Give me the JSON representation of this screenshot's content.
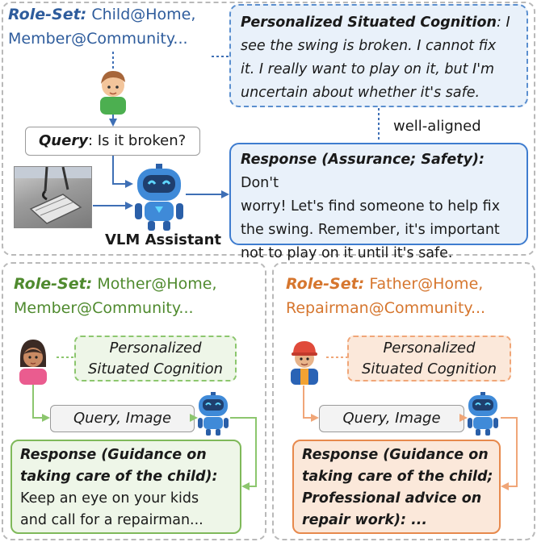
{
  "top": {
    "role_set_label": "Role-Set:",
    "role_set_value_line1": "Child@Home,",
    "role_set_value_line2": "Member@Community...",
    "cognition_label": "Personalized Situated Cognition",
    "cognition_line1_rest": ": I",
    "cognition_line2": "see the swing is broken. I cannot fix",
    "cognition_line3": "it. I really want to play on it, but I'm",
    "cognition_line4": "uncertain about whether it's safe.",
    "alignment_label": "well-aligned",
    "query_label": "Query",
    "query_text": ": Is it broken?",
    "assistant_label": "VLM Assistant",
    "response_label": "Response (Assurance; Safety):",
    "response_line1_rest": " Don't",
    "response_line2": "worry! Let's find someone to help fix",
    "response_line3": "the swing. Remember, it's important",
    "response_line4": "not to play on it until it's safe."
  },
  "left": {
    "role_set_label": "Role-Set:",
    "role_set_value_line1": "Mother@Home,",
    "role_set_value_line2": "Member@Community...",
    "cognition_line1": "Personalized",
    "cognition_line2": "Situated Cognition",
    "query_text": "Query, Image",
    "response_line1": "Response (Guidance on",
    "response_line2": "taking care of the child):",
    "response_line3": "Keep an eye on your kids",
    "response_line4": "and call for a repairman..."
  },
  "right": {
    "role_set_label": "Role-Set:",
    "role_set_value_line1": "Father@Home,",
    "role_set_value_line2": "Repairman@Community...",
    "cognition_line1": "Personalized",
    "cognition_line2": "Situated Cognition",
    "query_text": "Query, Image",
    "response_line1": "Response (Guidance on",
    "response_line2": "taking care of the child;",
    "response_line3": "Professional advice on",
    "response_line4": "repair work): ..."
  },
  "colors": {
    "blue": "#2e5c9c",
    "green": "#4f8a2e",
    "orange": "#d6762e",
    "blue_fill": "#e9f1fa",
    "green_fill": "#eef6e8",
    "orange_fill": "#fbe8da"
  },
  "icons": [
    "child-icon",
    "robot-icon",
    "swing-photo",
    "mother-icon",
    "repairman-icon"
  ]
}
